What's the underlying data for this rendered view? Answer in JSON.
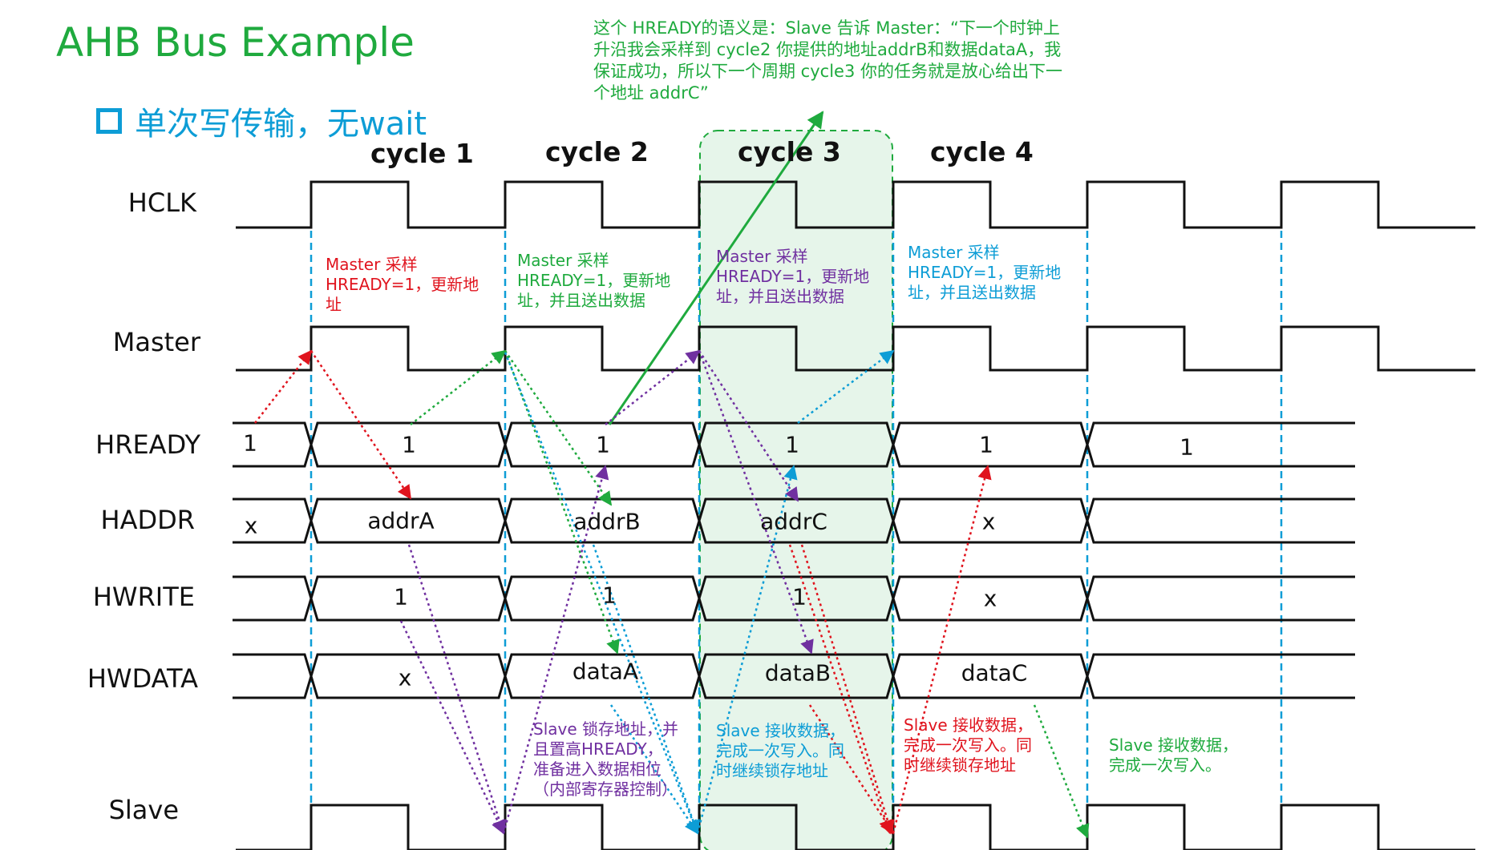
{
  "title": "AHB Bus Example",
  "subtitle": "单次写传输，无wait",
  "top_note": "这个 HREADY的语义是：Slave 告诉 Master：“下一个时钟上升沿我会采样到 cycle2 你提供的地址addrB和数据dataA，我保证成功，所以下一个周期 cycle3 你的任务就是放心给出下一个地址 addrC”",
  "cycles": [
    "cycle 1",
    "cycle 2",
    "cycle 3",
    "cycle 4"
  ],
  "signals": {
    "hclk": "HCLK",
    "master": "Master",
    "hready": "HREADY",
    "haddr": "HADDR",
    "hwrite": "HWRITE",
    "hwdata": "HWDATA",
    "slave": "Slave"
  },
  "bus_values": {
    "hready": [
      "1",
      "1",
      "1",
      "1",
      "1",
      "1"
    ],
    "haddr": [
      "x",
      "addrA",
      "addrB",
      "addrC",
      "x",
      ""
    ],
    "hwrite": [
      "",
      "1",
      "1",
      "1",
      "x",
      ""
    ],
    "hwdata": [
      "",
      "x",
      "dataA",
      "dataB",
      "dataC",
      ""
    ]
  },
  "master_notes": [
    {
      "text": "Master 采样\nHREADY=1，更新地\n址",
      "color": "#e0141e"
    },
    {
      "text": "Master 采样\nHREADY=1，更新地\n址，并且送出数据",
      "color": "#1faa3e"
    },
    {
      "text": "Master 采样\nHREADY=1，更新地\n址，并且送出数据",
      "color": "#7030a0"
    },
    {
      "text": "Master 采样\nHREADY=1，更新地\n址，并且送出数据",
      "color": "#0d9dd6"
    }
  ],
  "slave_notes": [
    {
      "text": "Slave 锁存地址，并\n且置高HREADY，\n准备进入数据相位\n（内部寄存器控制）",
      "color": "#7030a0"
    },
    {
      "text": "Slave 接收数据，\n完成一次写入。同\n时继续锁存地址",
      "color": "#0d9dd6"
    },
    {
      "text": "Slave 接收数据，\n完成一次写入。同\n时继续锁存地址",
      "color": "#e0141e"
    },
    {
      "text": "Slave 接收数据，\n完成一次写入。",
      "color": "#1faa3e"
    }
  ],
  "colors": {
    "red": "#e0141e",
    "green": "#1faa3e",
    "purple": "#7030a0",
    "blue": "#0d9dd6",
    "highlight_fill": "#e6f5ea",
    "highlight_border": "#1faa3e",
    "clock_line": "#111111"
  }
}
